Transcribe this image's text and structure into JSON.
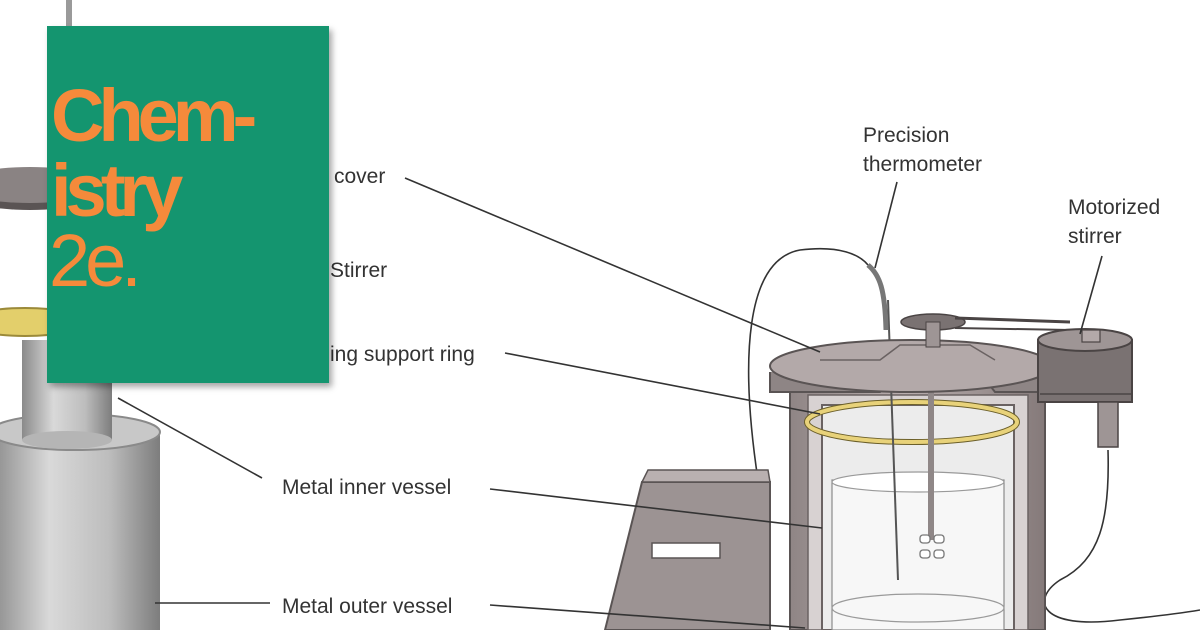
{
  "book": {
    "title_line1": "Chem-",
    "title_line2": "istry",
    "edition": "2e."
  },
  "labels": {
    "cover": "cover",
    "stirrer": "Stirrer",
    "support_ring": "ing support ring",
    "inner_vessel": "Metal inner vessel",
    "outer_vessel": "Metal outer vessel",
    "thermometer_line1": "Precision",
    "thermometer_line2": "thermometer",
    "motorized_line1": "Motorized",
    "motorized_line2": "stirrer"
  },
  "colors": {
    "book_green": "#14956f",
    "title_orange": "#f58a3b",
    "ring_yellow": "#e8d27a",
    "metal_gray": "#9e9595",
    "label_text": "#333333"
  }
}
